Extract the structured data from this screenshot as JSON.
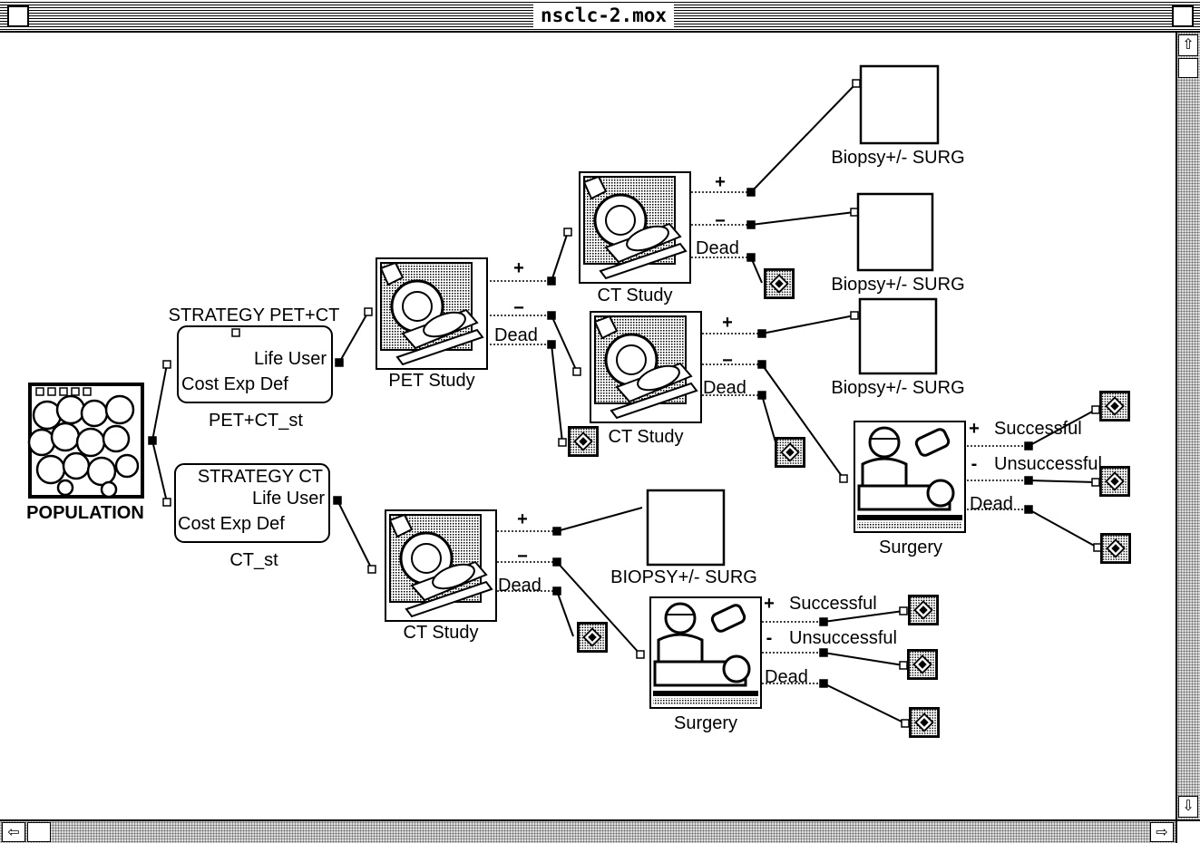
{
  "window": {
    "title": "nsclc-2.mox"
  },
  "population": {
    "label": "POPULATION"
  },
  "strategies": [
    {
      "title": "STRATEGY  PET+CT",
      "row1": "Life User",
      "row2": "Cost Exp  Def",
      "name": "PET+CT_st"
    },
    {
      "title": "STRATEGY  CT",
      "row1": "Life User",
      "row2": "Cost Exp  Def",
      "name": "CT_st"
    }
  ],
  "nodes": {
    "pet_study": "PET Study",
    "ct_study_pos": "CT Study",
    "ct_study_neg": "CT Study",
    "ct_study_ct": "CT Study",
    "biopsy_1": "Biopsy+/-  SURG",
    "biopsy_2": "Biopsy+/-  SURG",
    "biopsy_3": "Biopsy+/-  SURG",
    "biopsy_ct": "BIOPSY+/-  SURG",
    "surgery_1": "Surgery",
    "surgery_2": "Surgery"
  },
  "branches": {
    "plus": "+",
    "minus": "−",
    "minus_small": "-",
    "dead": "Dead",
    "successful": "Successful",
    "unsuccessful": "Unsuccessful"
  },
  "scrollbar": {
    "up": "⇧",
    "down": "⇩",
    "left": "⇦",
    "right": "⇨"
  }
}
